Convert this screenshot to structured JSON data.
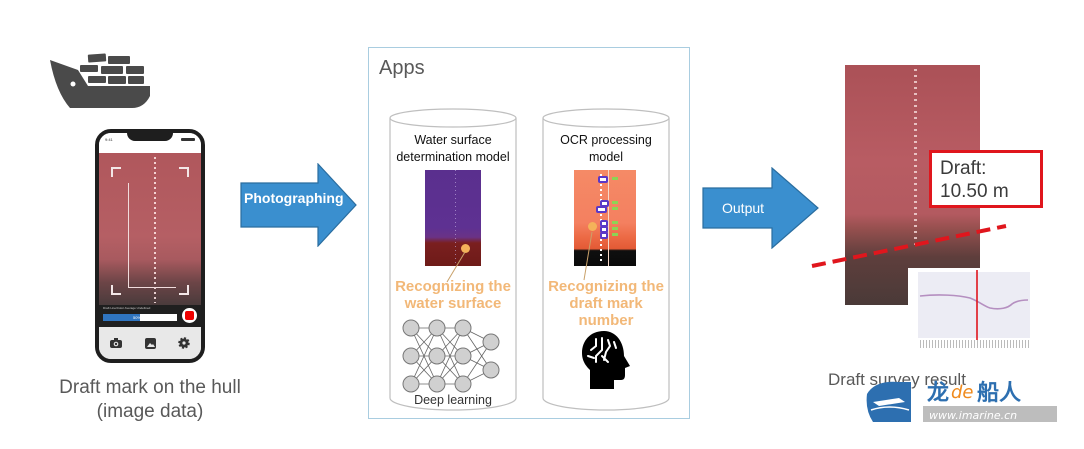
{
  "source": {
    "icon": "cargo-ship-icon",
    "phone": {
      "status_time": "9:41",
      "control_labels": "Draft  Line/Color  Average  Undefined",
      "progress_percent": 50,
      "progress_text": "50%",
      "tab_icons": [
        "camera-icon",
        "gallery-icon",
        "settings-gear-icon"
      ],
      "record_button": "record-stop-icon"
    },
    "caption_line1": "Draft mark on the hull",
    "caption_line2": "(image data)"
  },
  "arrows": {
    "photographing": "Photographing",
    "output": "Output"
  },
  "apps": {
    "title": "Apps",
    "models": [
      {
        "title_line1": "Water surface",
        "title_line2": "determination model",
        "caption_line1": "Recognizing the",
        "caption_line2": "water surface",
        "footer": "Deep learning",
        "icon": "neural-network-icon"
      },
      {
        "title_line1": "OCR processing",
        "title_line2": "model",
        "caption_line1": "Recognizing the",
        "caption_line2": "draft mark",
        "caption_line3": "number",
        "icon": "ai-brain-head-icon"
      }
    ]
  },
  "result": {
    "draft_label": "Draft:",
    "draft_value": "10.50 m",
    "caption": "Draft survey result",
    "waterline_color": "#e0161d"
  },
  "watermark": {
    "brand": "龙de船人",
    "url": "www.imarine.cn"
  },
  "colors": {
    "arrow_blue": "#3a8fcf",
    "highlight_orange": "#f2b878",
    "alert_red": "#e0161d",
    "apps_border": "#a9cde0"
  }
}
